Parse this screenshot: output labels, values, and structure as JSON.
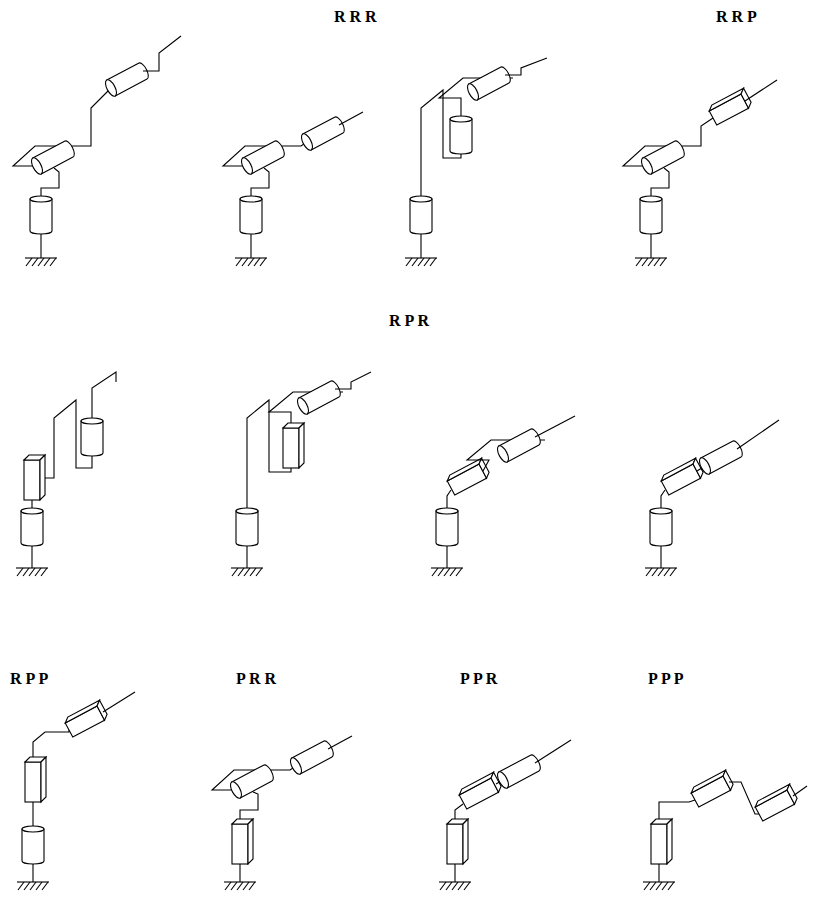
{
  "diagram": {
    "labels": [
      "R R R",
      "R R P",
      "R P R",
      "R P P",
      "P R R",
      "P P R",
      "P P P"
    ]
  }
}
